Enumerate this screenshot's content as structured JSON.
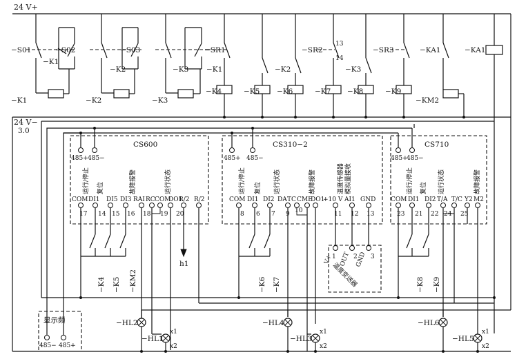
{
  "rails": {
    "pos": "24 V+",
    "neg": "24 V−",
    "neg_sub": "3.0"
  },
  "switches": {
    "s01": "−S01",
    "s02": "−S02",
    "s03": "−S03",
    "sr1": "−SR1",
    "sr2": "−SR2",
    "sr3": "−SR3",
    "ka1": "−KA1",
    "sr2_13": "13",
    "sr2_14": "14"
  },
  "relay_contacts": {
    "k1a": "−K1",
    "k2a": "−K2",
    "k3a": "−K3",
    "k1b": "−K1",
    "k2b": "−K2",
    "k3b": "−K3"
  },
  "coils": {
    "k1": "−K1",
    "k2": "−K2",
    "k3": "−K3",
    "k4": "−K4",
    "k5": "−K5",
    "k6": "−K6",
    "k7": "−K7",
    "k8": "−K8",
    "k9": "−K9",
    "km2": "−KM2",
    "ka1": "−KA1"
  },
  "cs600": {
    "title": "CS600",
    "p485p": "485+",
    "p485m": "485−",
    "run_stop": "运行/停止",
    "reset": "复位",
    "fault_alarm": "故障报警",
    "run_state": "运行状态",
    "t_com": "COM",
    "t_di1": "DI1",
    "t_di5": "DI5",
    "t_di3": "DI3",
    "t_rai": "RAI",
    "t_rc": "RC",
    "t_com2": "COM",
    "t_do1": "DO1",
    "t_r2a": "R/2",
    "t_r2b": "R/2",
    "n17": "17",
    "n14": "14",
    "n15": "15",
    "n16": "16",
    "n18": "18",
    "n19": "19",
    "n20": "20"
  },
  "cs310": {
    "title": "CS310−2",
    "p485p": "485+",
    "p485m": "485−",
    "run_stop": "运行/停止",
    "reset": "复位",
    "run_state": "运行状态",
    "fault_alarm": "故障报警",
    "temp_sensor": "温度传感器",
    "analog_in": "模拟量接收",
    "t_com": "COM",
    "t_di1": "DI1",
    "t_di2": "DI2",
    "t_da": "DA",
    "t_tc": "TC",
    "t_cme": "CME",
    "t_do1": "DO1",
    "t_10v": "+10 V",
    "t_ai1": "AI1",
    "t_gnd": "GND",
    "n8": "8",
    "n6": "6",
    "n7": "7",
    "n9": "9",
    "n10": "10",
    "n11": "11",
    "n12": "12",
    "n13": "13"
  },
  "cs710": {
    "title": "CS710",
    "p485p": "485+",
    "p485m": "485−",
    "run_stop": "运行/停止",
    "reset": "复位",
    "run_state": "运行状态",
    "fault_alarm": "故障报警",
    "t_com": "COM",
    "t_di1": "DI1",
    "t_di2": "DI2",
    "t_ta": "T/A",
    "t_tc": "T/C",
    "t_y2": "Y2",
    "t_m2": "M2",
    "n23": "23",
    "n21": "21",
    "n22": "22",
    "n24": "24",
    "n25": "25"
  },
  "transmitter": {
    "label": "温度变送器",
    "v": "V+",
    "out": "OUT",
    "gnd": "GND",
    "n1": "1",
    "n2": "2",
    "n3": "3"
  },
  "display": {
    "label": "显示频",
    "p485m": "485−",
    "p485p": "485+"
  },
  "lamps": {
    "hl1": "−HL1",
    "hl2": "−HL2",
    "hl3": "−HL3",
    "hl4": "−HL4",
    "hl5": "−HL5",
    "hl6": "−HL6",
    "x1": "x1",
    "x2": "x2"
  },
  "misc": {
    "h1": "h1"
  }
}
